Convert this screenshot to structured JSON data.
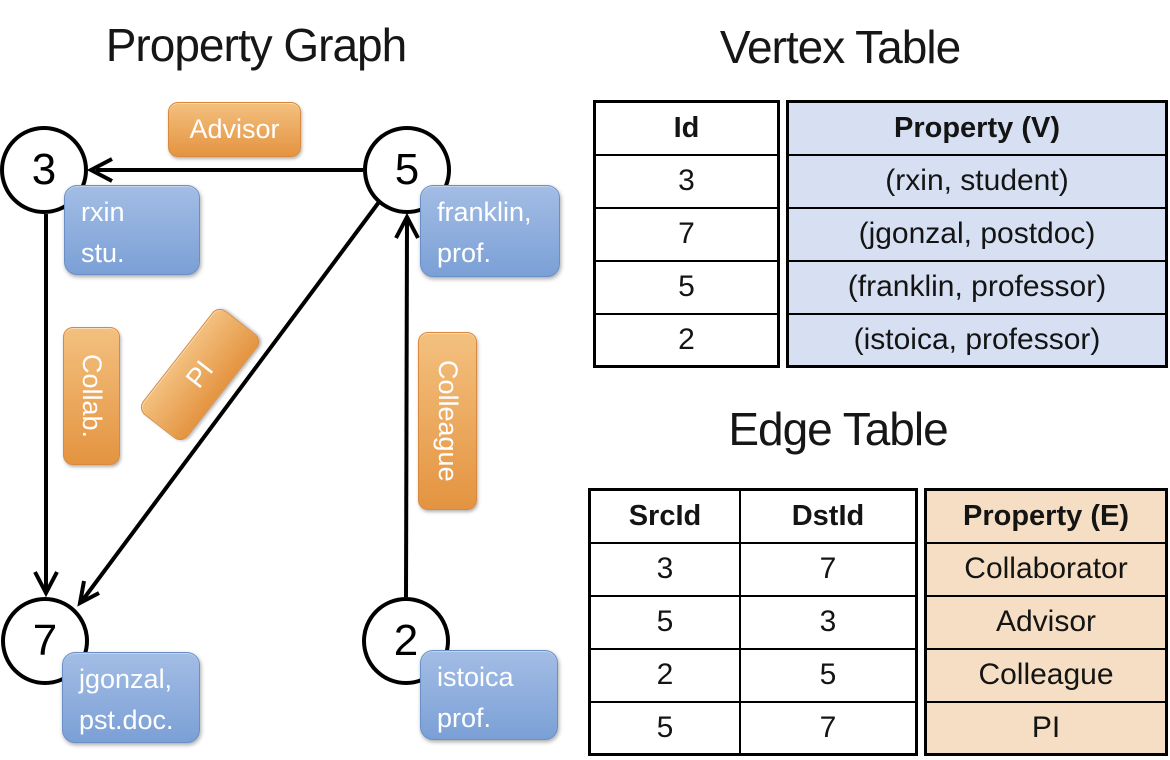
{
  "graph": {
    "title": "Property Graph",
    "nodes": [
      {
        "id": "3",
        "label_lines": [
          "rxin",
          "stu."
        ]
      },
      {
        "id": "5",
        "label_lines": [
          "franklin,",
          "prof."
        ]
      },
      {
        "id": "7",
        "label_lines": [
          "jgonzal,",
          "pst.doc."
        ]
      },
      {
        "id": "2",
        "label_lines": [
          "istoica",
          "prof."
        ]
      }
    ],
    "edge_labels": {
      "advisor": "Advisor",
      "collab": "Collab.",
      "pi": "PI",
      "colleague": "Colleague"
    }
  },
  "vertex_table": {
    "title": "Vertex Table",
    "id_header": "Id",
    "property_header": "Property (V)",
    "rows": [
      {
        "id": "3",
        "property": "(rxin, student)"
      },
      {
        "id": "7",
        "property": "(jgonzal, postdoc)"
      },
      {
        "id": "5",
        "property": "(franklin, professor)"
      },
      {
        "id": "2",
        "property": "(istoica, professor)"
      }
    ]
  },
  "edge_table": {
    "title": "Edge Table",
    "src_header": "SrcId",
    "dst_header": "DstId",
    "property_header": "Property (E)",
    "rows": [
      {
        "src": "3",
        "dst": "7",
        "property": "Collaborator"
      },
      {
        "src": "5",
        "dst": "3",
        "property": "Advisor"
      },
      {
        "src": "2",
        "dst": "5",
        "property": "Colleague"
      },
      {
        "src": "5",
        "dst": "7",
        "property": "PI"
      }
    ]
  },
  "colors": {
    "orange_top": "#F3C07F",
    "orange_bottom": "#E49440",
    "blue_top": "#A3BDE5",
    "blue_bottom": "#7BA0D6",
    "vertex_cell_fill": "#D6E0F2",
    "edge_cell_fill": "#F5DEC3"
  }
}
